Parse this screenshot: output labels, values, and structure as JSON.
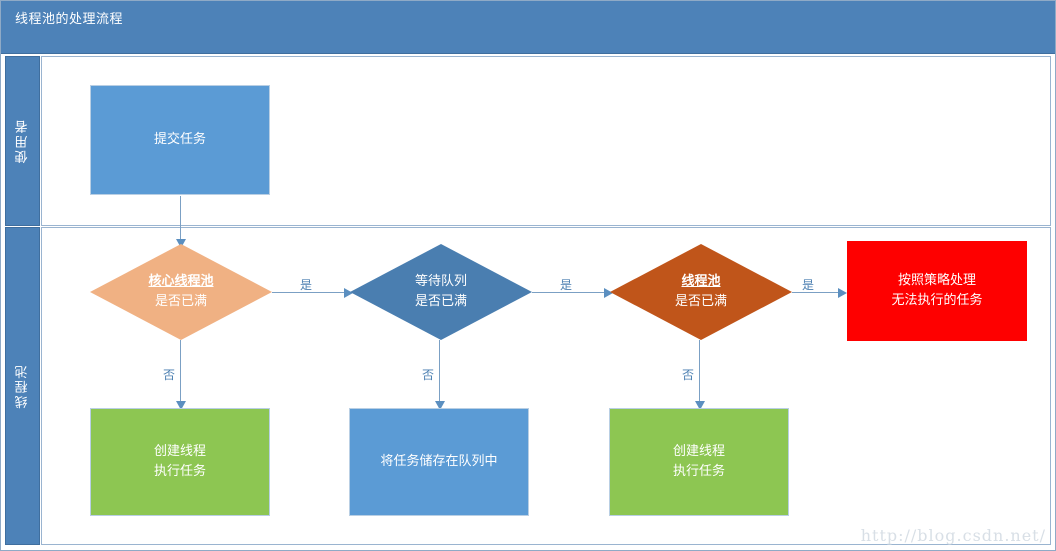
{
  "title": "线程池的处理流程",
  "lanes": [
    {
      "id": "user",
      "label": "使用者"
    },
    {
      "id": "pool",
      "label": "线程池"
    }
  ],
  "nodes": {
    "submit": {
      "text": "提交任务",
      "shape": "rect",
      "color": "#5b9bd5"
    },
    "core_pool_full": {
      "line1": "核心线程池",
      "line2": "是否已满",
      "shape": "diamond",
      "color": "#f0b183"
    },
    "queue_full": {
      "line1": "等待队列",
      "line2": "是否已满",
      "shape": "diamond",
      "color": "#4a7eb0"
    },
    "thread_pool_full": {
      "line1": "线程池",
      "line2": "是否已满",
      "shape": "diamond",
      "color": "#c0551a"
    },
    "reject": {
      "line1": "按照策略处理",
      "line2": "无法执行的任务",
      "shape": "rect",
      "color": "#fe0000"
    },
    "create_thread_1": {
      "line1": "创建线程",
      "line2": "执行任务",
      "shape": "rect",
      "color": "#8dc652"
    },
    "store_queue": {
      "text": "将任务储存在队列中",
      "shape": "rect",
      "color": "#5b9bd5"
    },
    "create_thread_2": {
      "line1": "创建线程",
      "line2": "执行任务",
      "shape": "rect",
      "color": "#8dc652"
    }
  },
  "edges": {
    "yes_1": "是",
    "yes_2": "是",
    "yes_3": "是",
    "no_1": "否",
    "no_2": "否",
    "no_3": "否"
  },
  "watermark": "http://blog.csdn.net/",
  "colors": {
    "title_bar": "#4d82b8",
    "lane_header": "#4d82b8",
    "connector": "#7ba0c4",
    "edge_label": "#4a7eb0"
  }
}
